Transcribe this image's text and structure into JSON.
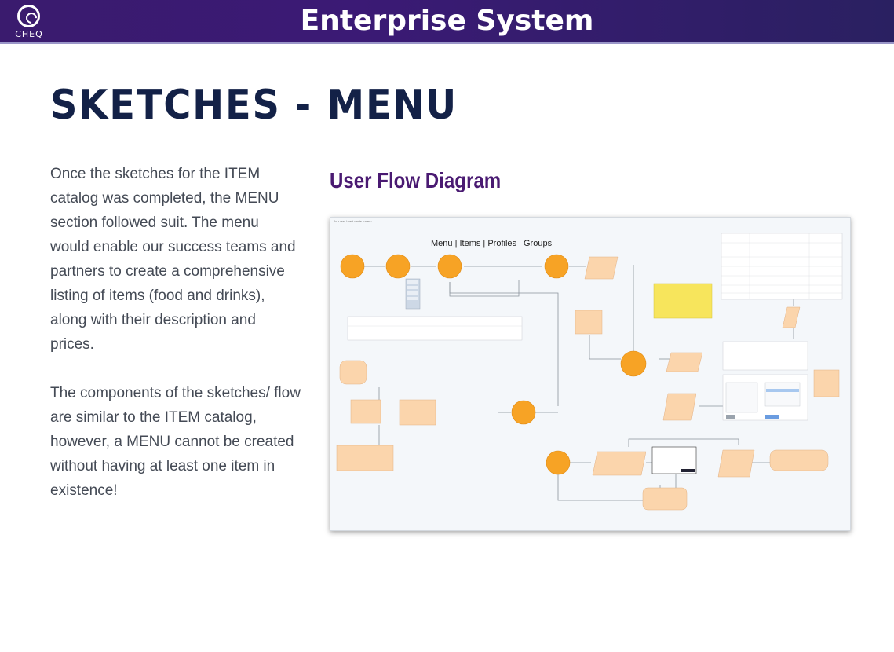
{
  "header": {
    "logo_text": "CHEQ",
    "title": "Enterprise System"
  },
  "page": {
    "heading": "SKETCHES - MENU",
    "paragraphs": [
      "Once the sketches for the ITEM catalog was completed, the MENU section followed suit. The menu would enable our success teams and partners to create a comprehensive listing of items (food and drinks), along with their description and prices.",
      "The components of the sketches/ flow are similar to the ITEM catalog, however, a MENU cannot be created without having at least one item in existence!"
    ]
  },
  "diagram": {
    "title": "User Flow Diagram",
    "tabs_label": "Menu | Items | Profiles | Groups",
    "colors": {
      "circle": "#f7a325",
      "box": "#fbd5ac",
      "note": "#f7e55c",
      "line": "#8a939c"
    }
  }
}
